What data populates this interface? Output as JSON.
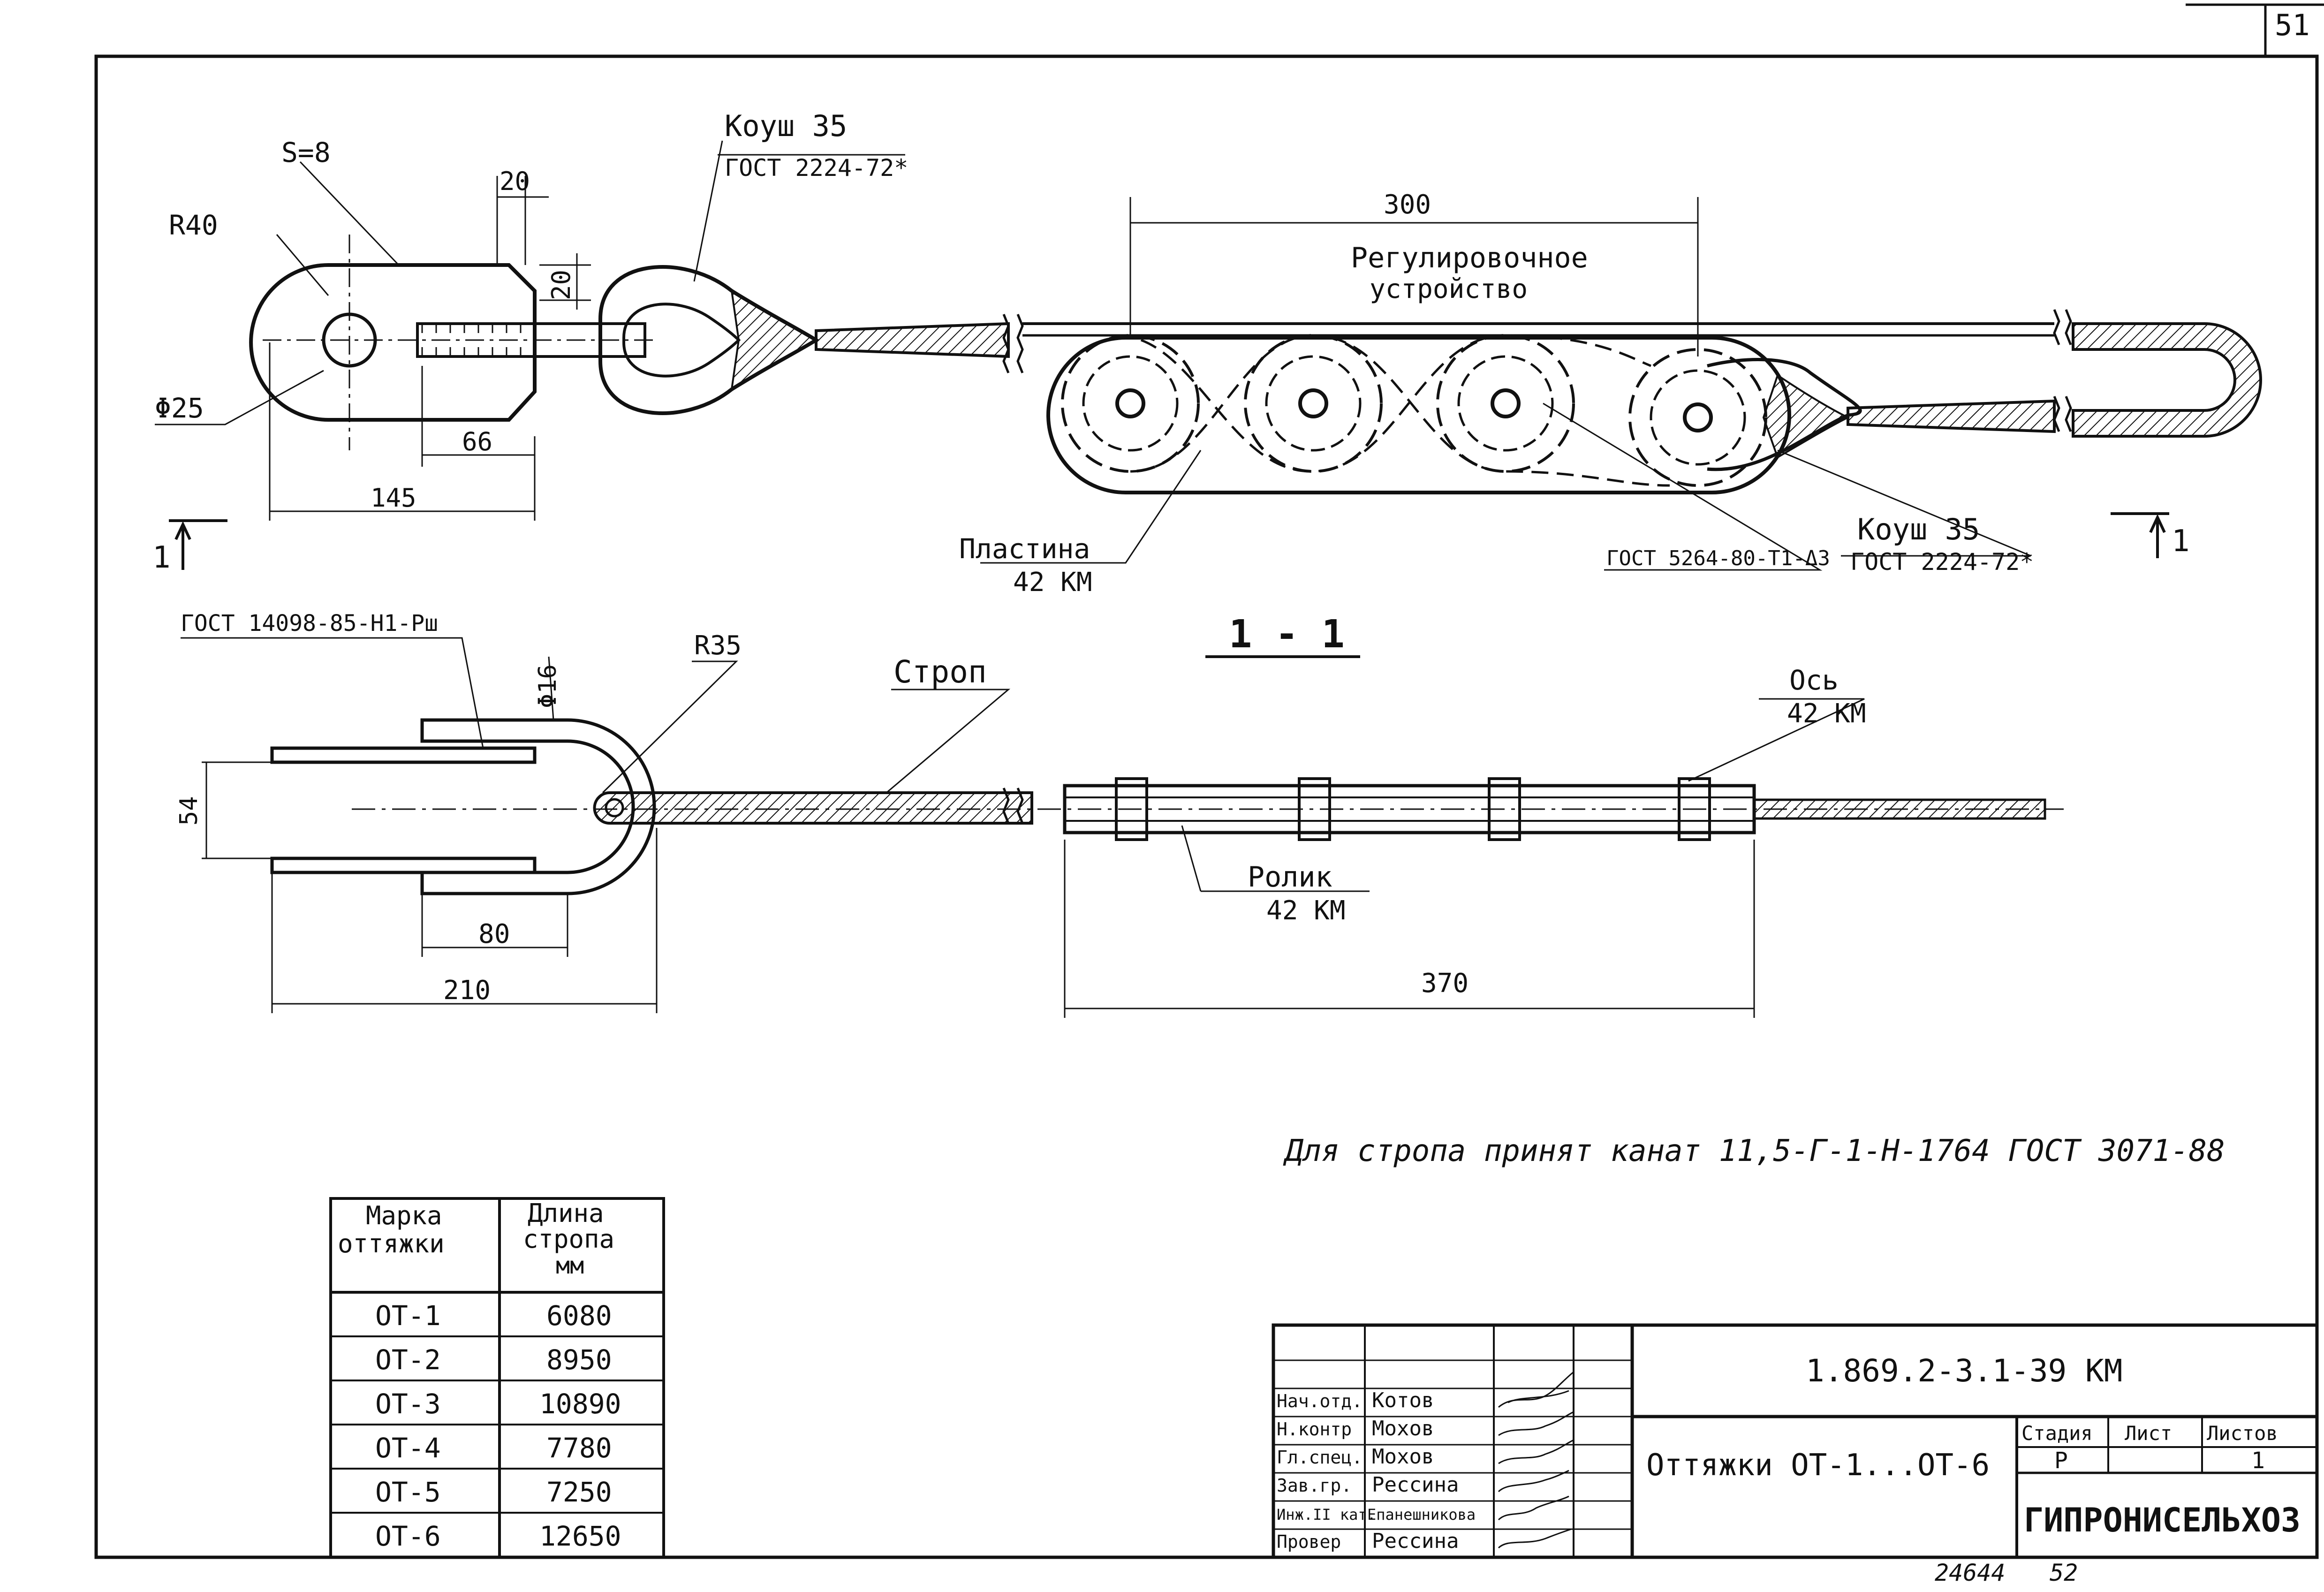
{
  "sheet": {
    "number": "51",
    "footer_left": "24644",
    "footer_right": "52"
  },
  "plan_view": {
    "thickness": "S=8",
    "radius": "R40",
    "hole_diameter": "Φ25",
    "dim_20_top": "20",
    "dim_20_side": "20",
    "dim_66": "66",
    "dim_145": "145",
    "dim_300": "300",
    "thimble_left": {
      "name": "Коуш 35",
      "gost": "ГОСТ 2224-72*"
    },
    "adjuster": {
      "line1": "Регулировочное",
      "line2": "устройство"
    },
    "plate": {
      "name": "Пластина",
      "mark": "42 КМ"
    },
    "bolt_gost": "ГОСТ 5264-80-Т1-Δ3",
    "thimble_right": {
      "name": "Коуш 35",
      "gost": "ГОСТ 2224-72*"
    },
    "section_mark_left": "1",
    "section_mark_right": "1"
  },
  "section_view": {
    "title": "1 - 1",
    "bracket_gost": "ГОСТ 14098-85-Н1-Рш",
    "radius": "R35",
    "rod_diameter": "Φ16",
    "sling": "Строп",
    "axis": {
      "name": "Ось",
      "mark": "42 КМ"
    },
    "roller": {
      "name": "Ролик",
      "mark": "42 КМ"
    },
    "dim_54": "54",
    "dim_80": "80",
    "dim_210": "210",
    "dim_370": "370"
  },
  "note": "Для стропа принят канат 11,5-Г-1-Н-1764 ГОСТ 3071-88",
  "table": {
    "headers": [
      [
        "Марка",
        "оттяжки"
      ],
      [
        "Длина",
        "стропа",
        "мм"
      ]
    ],
    "rows": [
      [
        "ОТ-1",
        "6080"
      ],
      [
        "ОТ-2",
        "8950"
      ],
      [
        "ОТ-3",
        "10890"
      ],
      [
        "ОТ-4",
        "7780"
      ],
      [
        "ОТ-5",
        "7250"
      ],
      [
        "ОТ-6",
        "12650"
      ]
    ]
  },
  "title_block": {
    "doc_code": "1.869.2-3.1-39 КМ",
    "title": "Оттяжки ОТ-1...ОТ-6",
    "stage_header": "Стадия",
    "sheet_header": "Лист",
    "sheets_header": "Листов",
    "stage": "Р",
    "sheets": "1",
    "company": "ГИПРОНИСЕЛЬХОЗ",
    "roles": [
      [
        "Нач.отд.",
        "Котов"
      ],
      [
        "Н.контр",
        "Мохов"
      ],
      [
        "Гл.спец.",
        "Мохов"
      ],
      [
        "Зав.гр.",
        "Рессина"
      ],
      [
        "Инж.II кат.",
        "Епанешникова"
      ],
      [
        "Провер",
        "Рессина"
      ]
    ]
  }
}
